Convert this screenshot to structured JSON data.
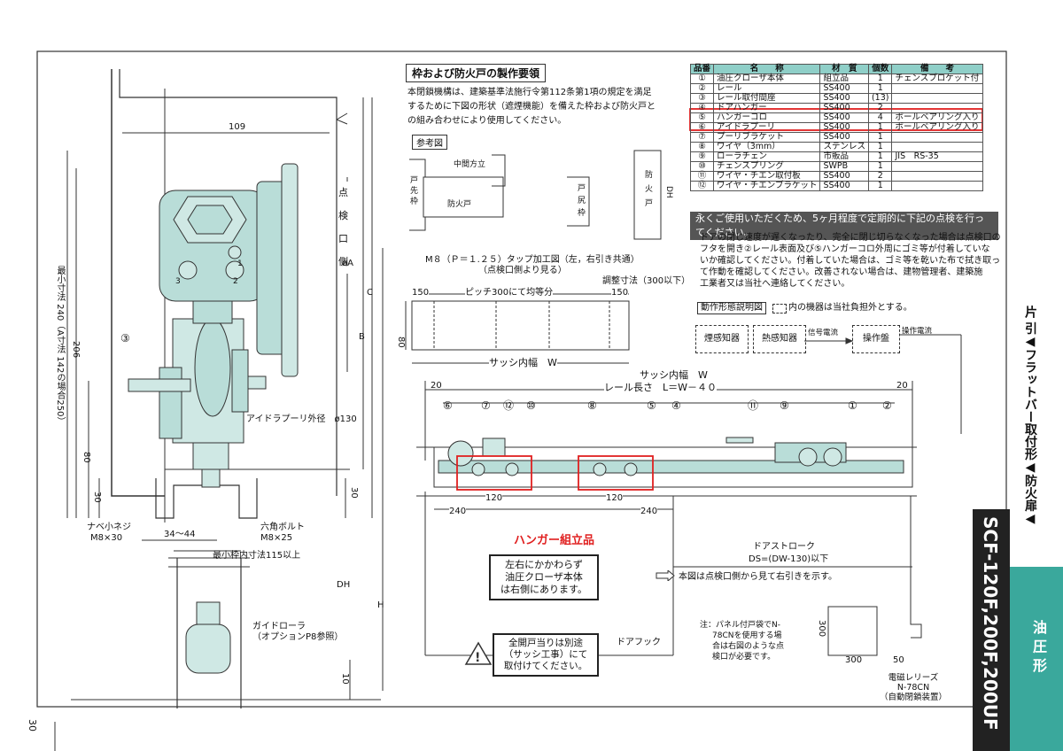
{
  "page": {
    "number": "30"
  },
  "side": {
    "path_label": "片 引◀フラットバー取付形◀防火扉◀",
    "model": "SCF-120F,200F,200UF",
    "category": "油 圧 形"
  },
  "spec": {
    "title": "枠および防火戸の製作要領",
    "body": [
      "本閉鎖機構は、建築基準法施行令第112条第1項の規定を満足",
      "するために下図の形状（遮煙機能）を備えた枠および防火戸と",
      "の組み合わせにより使用してください。"
    ],
    "ref_label": "参考図",
    "ref": {
      "mid": "中間方立",
      "door_edge": "戸先枠",
      "fire_door": "防火戸",
      "door_rear": "戸尻枠",
      "fire_door_v": "防火戸",
      "dh": "DH"
    }
  },
  "parts_table": {
    "headers": [
      "品番",
      "名　　称",
      "材　質",
      "個数",
      "備　　考"
    ],
    "rows": [
      {
        "no": "①",
        "name": "油圧クローザ本体",
        "mat": "組立品",
        "qty": "1",
        "note": "チェンスプロケット付"
      },
      {
        "no": "②",
        "name": "レール",
        "mat": "SS400",
        "qty": "1",
        "note": ""
      },
      {
        "no": "③",
        "name": "レール取付間座",
        "mat": "SS400",
        "qty": "(13)",
        "note": ""
      },
      {
        "no": "④",
        "name": "ドアハンガー",
        "mat": "SS400",
        "qty": "2",
        "note": ""
      },
      {
        "no": "⑤",
        "name": "ハンガーコロ",
        "mat": "SS400",
        "qty": "4",
        "note": "ボールベアリング入り"
      },
      {
        "no": "⑥",
        "name": "アイドラプーリ",
        "mat": "SS400",
        "qty": "1",
        "note": "ボールベアリング入り"
      },
      {
        "no": "⑦",
        "name": "プーリブラケット",
        "mat": "SS400",
        "qty": "1",
        "note": ""
      },
      {
        "no": "⑧",
        "name": "ワイヤ（3mm）",
        "mat": "ステンレス",
        "qty": "1",
        "note": ""
      },
      {
        "no": "⑨",
        "name": "ローラチェン",
        "mat": "市販品",
        "qty": "1",
        "note": "JIS　RS-35"
      },
      {
        "no": "⑩",
        "name": "チェンスプリング",
        "mat": "SWPB",
        "qty": "1",
        "note": ""
      },
      {
        "no": "⑪",
        "name": "ワイヤ・チエン取付板",
        "mat": "SS400",
        "qty": "2",
        "note": ""
      },
      {
        "no": "⑫",
        "name": "ワイヤ・チエンブラケット",
        "mat": "SS400",
        "qty": "1",
        "note": ""
      }
    ]
  },
  "maintenance": {
    "banner": "永くご使用いただくため、5ヶ月程度で定期的に下記の点検を行ってください。",
    "body": [
      "ドアの閉じ速度が遅くなったり、完全に閉じ切らなくなった場合は点検口の",
      "フタを開き②レール表面及び⑤ハンガーコロ外周にゴミ等が付着していな",
      "いか確認してください。付着していた場合は、ゴミ等を乾いた布で拭き取っ",
      "て作動を確認してください。改善されない場合は、建物管理者、建築施",
      "工業者又は当社へ連絡してください。"
    ]
  },
  "flow": {
    "title": "動作形態説明図",
    "note": "内の機器は当社負担外とする。",
    "smoke": "煙感知器",
    "heat": "熱感知器",
    "signal": "信号電流",
    "panel": "操作盤",
    "current": "操作電流"
  },
  "tap": {
    "title": "M８（Ｐ＝１.２５）タップ加工図（左，右引き共通）",
    "sub": "（点検口側より見る）",
    "adjust": "調整寸法（300以下）",
    "pitch": "ピッチ300にて均等分",
    "d150a": "150",
    "d150b": "150",
    "d80": "80",
    "sash": "サッシ内幅　W"
  },
  "rail": {
    "sash": "サッシ内幅　W",
    "rail_len": "レール長さ　L＝W－４０",
    "d20a": "20",
    "d20b": "20",
    "labels": [
      "⑥",
      "⑦",
      "⑫",
      "⑩",
      "⑧",
      "⑤",
      "④",
      "⑪",
      "⑨",
      "①",
      "②"
    ],
    "d240a": "240",
    "d120a": "120",
    "d120b": "120",
    "d240b": "240",
    "hanger": "ハンガー組立品",
    "note_right": [
      "左右にかかわらず",
      "油圧クローザ本体",
      "は右側にあります。"
    ],
    "stroke1": "ドアストローク",
    "stroke2": "DS=(DW-130)以下",
    "arrow_note": "本図は点検口側から見て右引きを示す。",
    "door_hook": "ドアフック",
    "warning": [
      "全開戸当りは別途",
      "（サッシ工事）にて",
      "取付けてください。"
    ],
    "note_panel": [
      "注：パネル付戸袋でN-",
      "78CNを使用する場",
      "合は右図のような点",
      "検口が必要です。"
    ],
    "d300v": "300",
    "d300h": "300",
    "d50": "50",
    "release": [
      "電磁レリーズ",
      "N-78CN",
      "（自動閉鎖装置）"
    ]
  },
  "section": {
    "d109": "109",
    "inspect": "点検口側",
    "phiA": "øA",
    "B": "B",
    "C": "C",
    "H": "H",
    "DH": "DH",
    "min_height": "最小寸法 240（A寸法 142の場合250）",
    "d206": "206",
    "d80": "80",
    "d30a": "30",
    "d30b": "30",
    "d10": "10",
    "n3": "③",
    "idler": "アイドラプーリ外径　ø130",
    "pan_screw": [
      "ナベ小ネジ",
      "M8×30"
    ],
    "d3444": "34～44",
    "hex": [
      "六角ボルト",
      "M8×25"
    ],
    "min_frame": "最小枠内寸法115以上",
    "guide": [
      "ガイドローラ",
      "（オプションP8参照）"
    ],
    "c1": "1",
    "c2": "2",
    "c3": "3"
  },
  "colors": {
    "accent": "#3aa89c",
    "machine": "#b9ddd8",
    "red": "#e02020"
  }
}
